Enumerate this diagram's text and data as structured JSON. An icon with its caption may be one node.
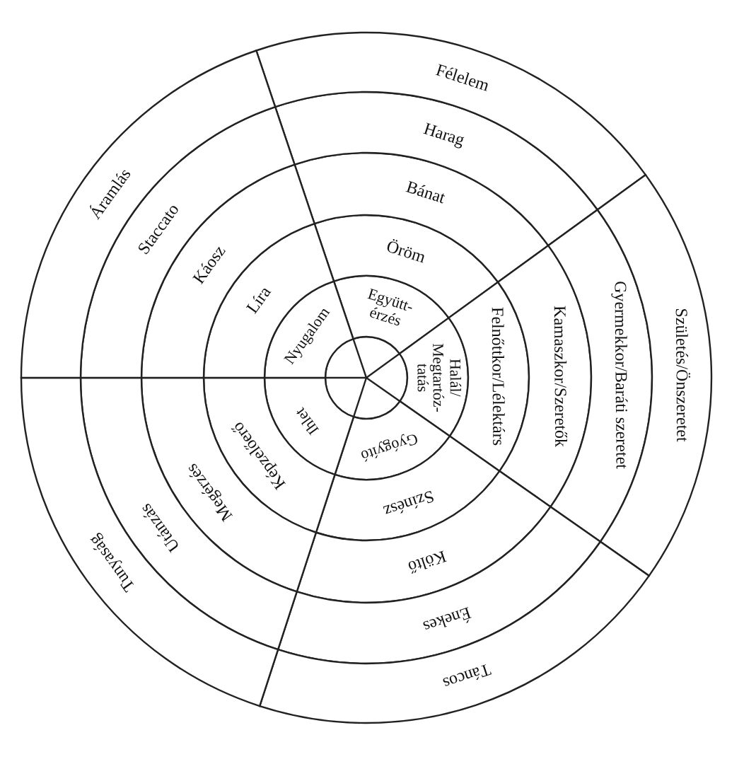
{
  "diagram": {
    "nodes": [
      {
        "text": [
          "Együtt- érzés"
        ]
      },
      {
        "text": [
          "Öröm"
        ]
      },
      {
        "text": [
          "Bánat"
        ]
      },
      {
        "text": [
          "Harag"
        ]
      },
      {
        "text": [
          "Félelem"
        ]
      },
      {
        "text": [
          "Halál/ Megtartóz- tatás"
        ]
      },
      {
        "text": [
          "Felnőttkor/Lélektárs"
        ]
      },
      {
        "text": [
          "Kamaszkor/Szeretők"
        ]
      },
      {
        "text": [
          "Gyermekkor/Baráti szeretet"
        ]
      },
      {
        "text": [
          "Születés/Önszeretet"
        ]
      },
      {
        "text": [
          "Gyógyító"
        ]
      },
      {
        "text": [
          "Színész"
        ]
      },
      {
        "text": [
          "Költő"
        ]
      },
      {
        "text": [
          "Énekes"
        ]
      },
      {
        "text": [
          "Táncos"
        ]
      },
      {
        "text": [
          "Ihlet"
        ]
      },
      {
        "text": [
          "Képzelőerő"
        ]
      },
      {
        "text": [
          "Megérzés"
        ]
      },
      {
        "text": [
          "Utánzás"
        ]
      },
      {
        "text": [
          "Tunyaság"
        ]
      },
      {
        "text": [
          "Nyugalom"
        ]
      },
      {
        "text": [
          "Líra"
        ]
      },
      {
        "text": [
          "Káosz"
        ]
      },
      {
        "text": [
          "Staccato"
        ]
      },
      {
        "text": [
          "Áramlás"
        ]
      }
    ]
  }
}
